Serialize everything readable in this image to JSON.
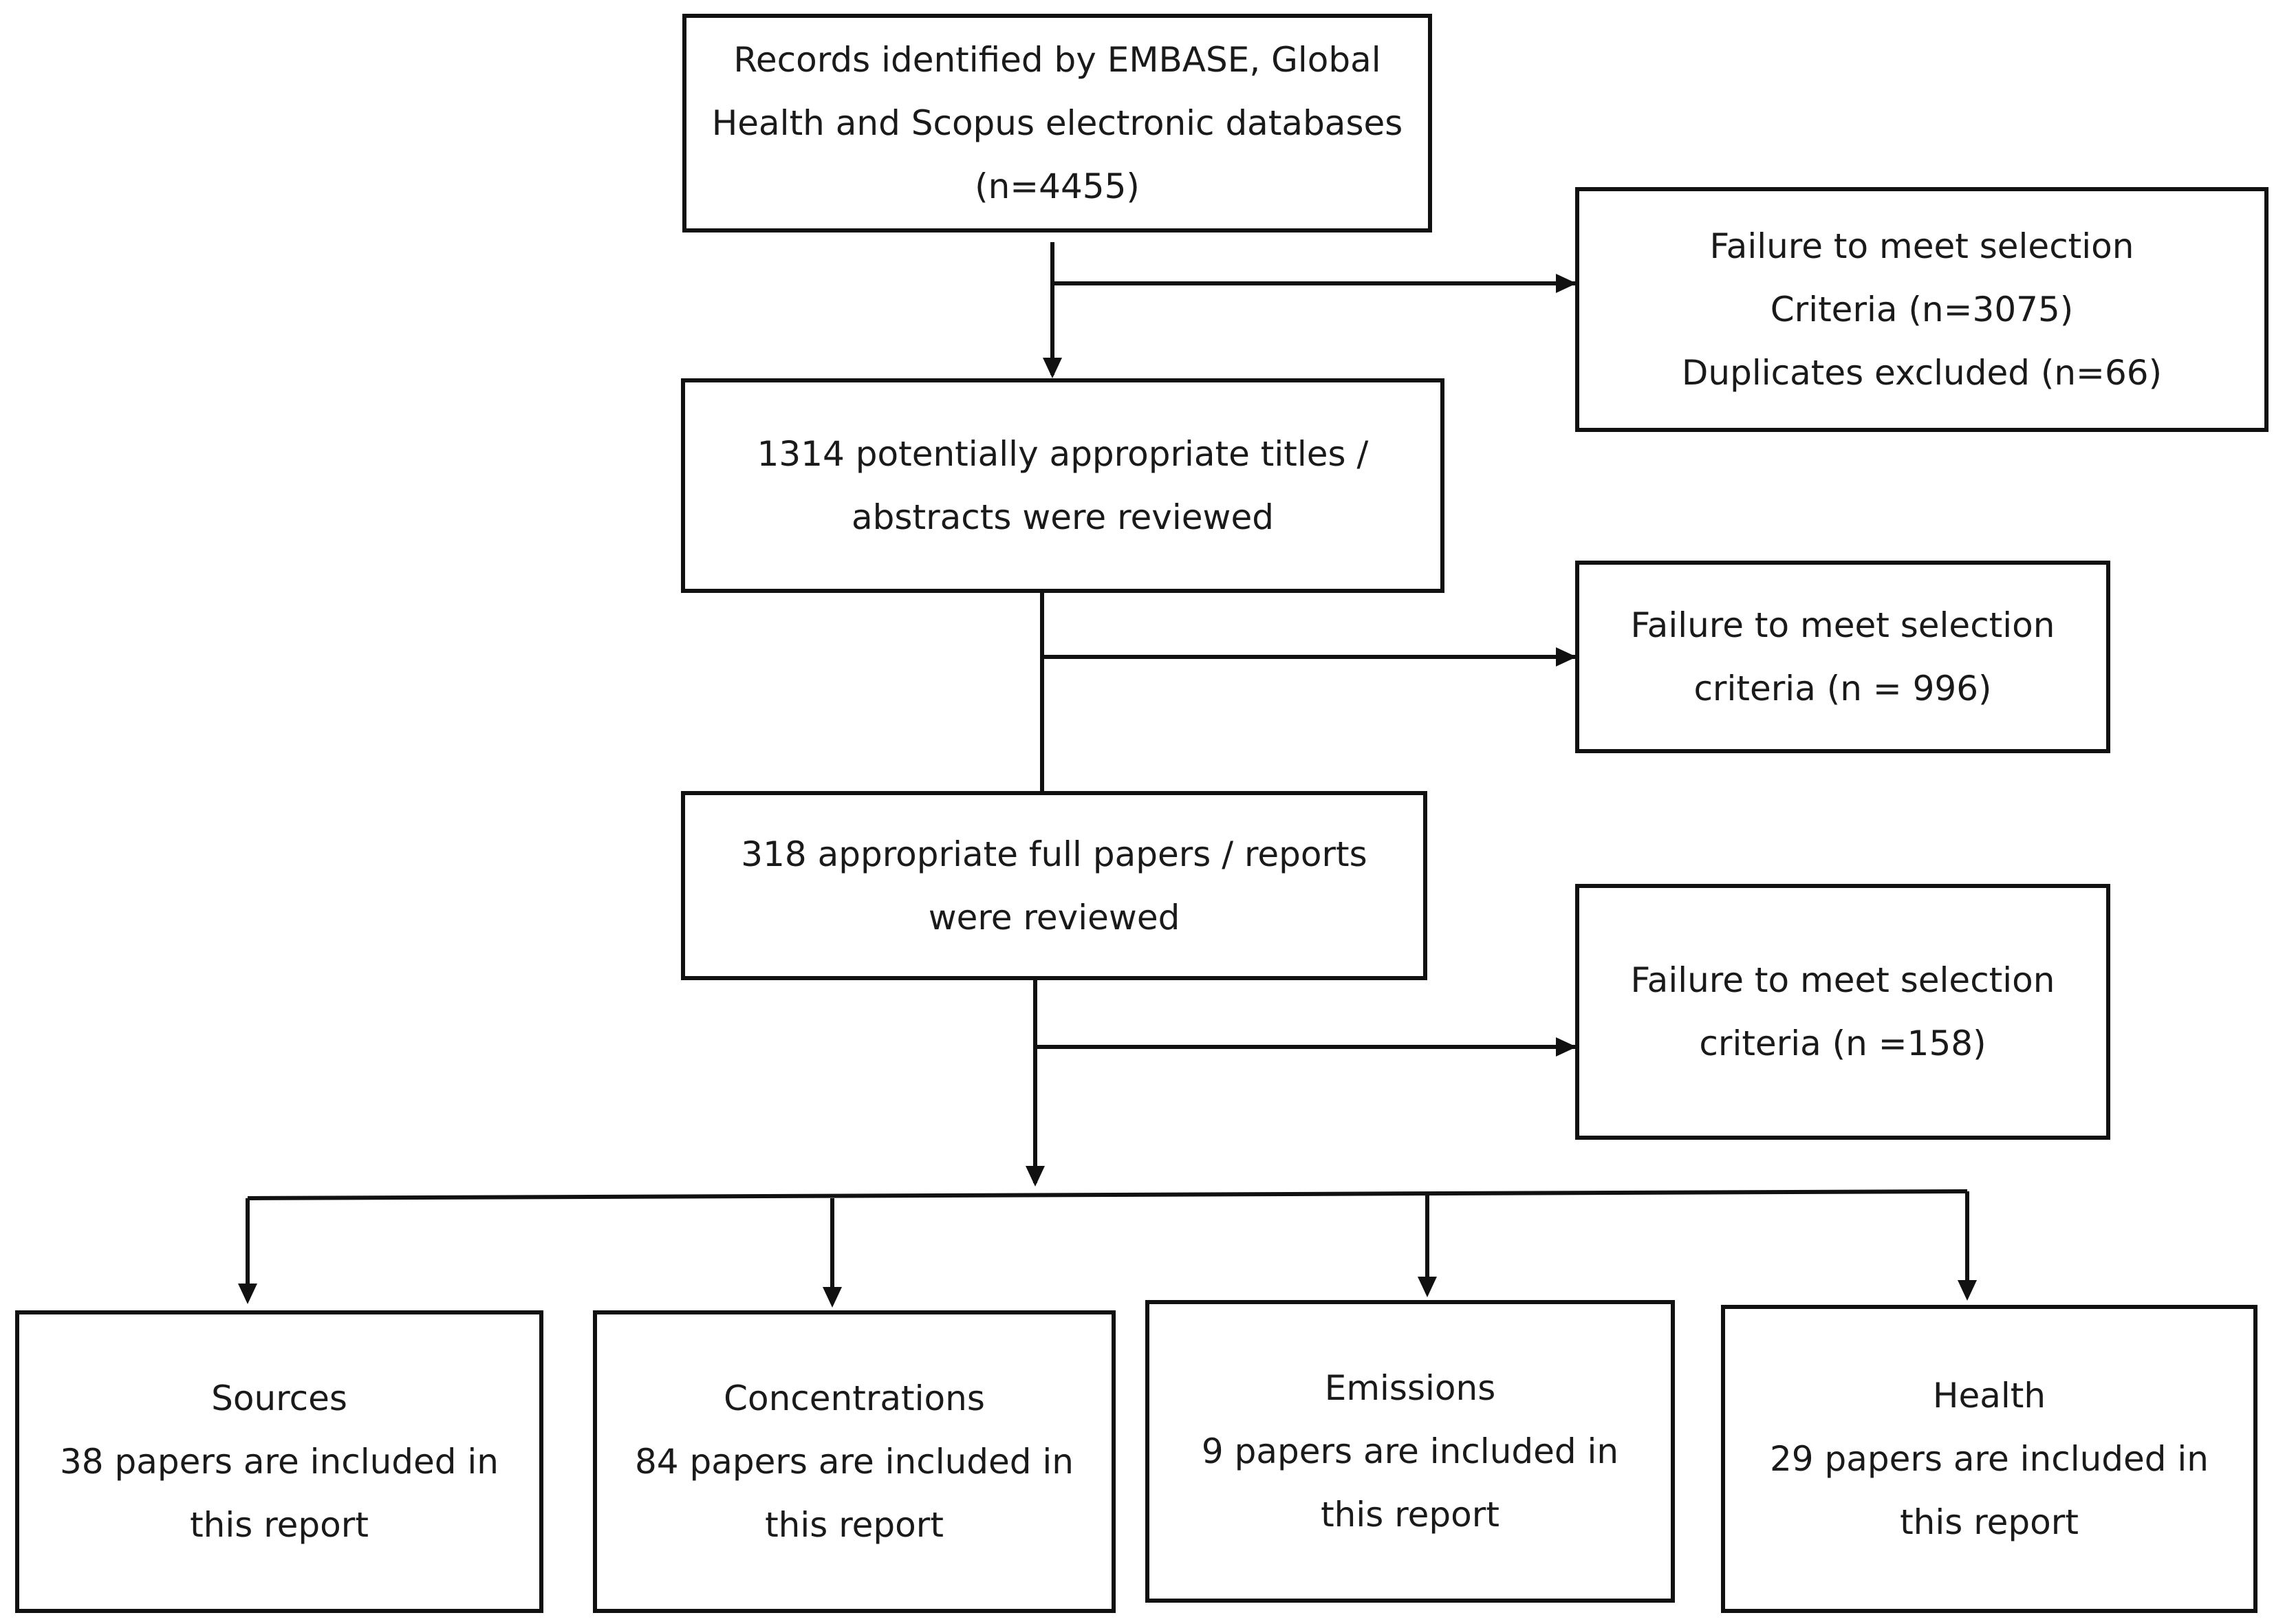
{
  "flowchart": {
    "identified": [
      "Records identified by EMBASE, Global",
      "Health and Scopus electronic databases",
      "(n=4455)"
    ],
    "excluded_1": [
      "Failure to meet selection",
      "Criteria (n=3075)",
      "Duplicates excluded  (n=66)"
    ],
    "screened": [
      "1314 potentially appropriate titles /",
      "abstracts were reviewed"
    ],
    "excluded_2": [
      "Failure to meet selection",
      "criteria (n = 996)"
    ],
    "fulltext": [
      "318 appropriate full papers / reports",
      "were reviewed"
    ],
    "excluded_3": [
      "Failure to meet selection",
      "criteria (n =158)"
    ],
    "outcomes": [
      {
        "id": "sources",
        "lines": [
          "Sources",
          "38 papers are included in",
          "this report"
        ]
      },
      {
        "id": "concentrations",
        "lines": [
          "Concentrations",
          "84 papers are included in",
          "this report"
        ]
      },
      {
        "id": "emissions",
        "lines": [
          "Emissions",
          "9 papers are included in",
          "this report"
        ]
      },
      {
        "id": "health",
        "lines": [
          "Health",
          "29 papers are included in",
          "this report"
        ]
      }
    ]
  }
}
